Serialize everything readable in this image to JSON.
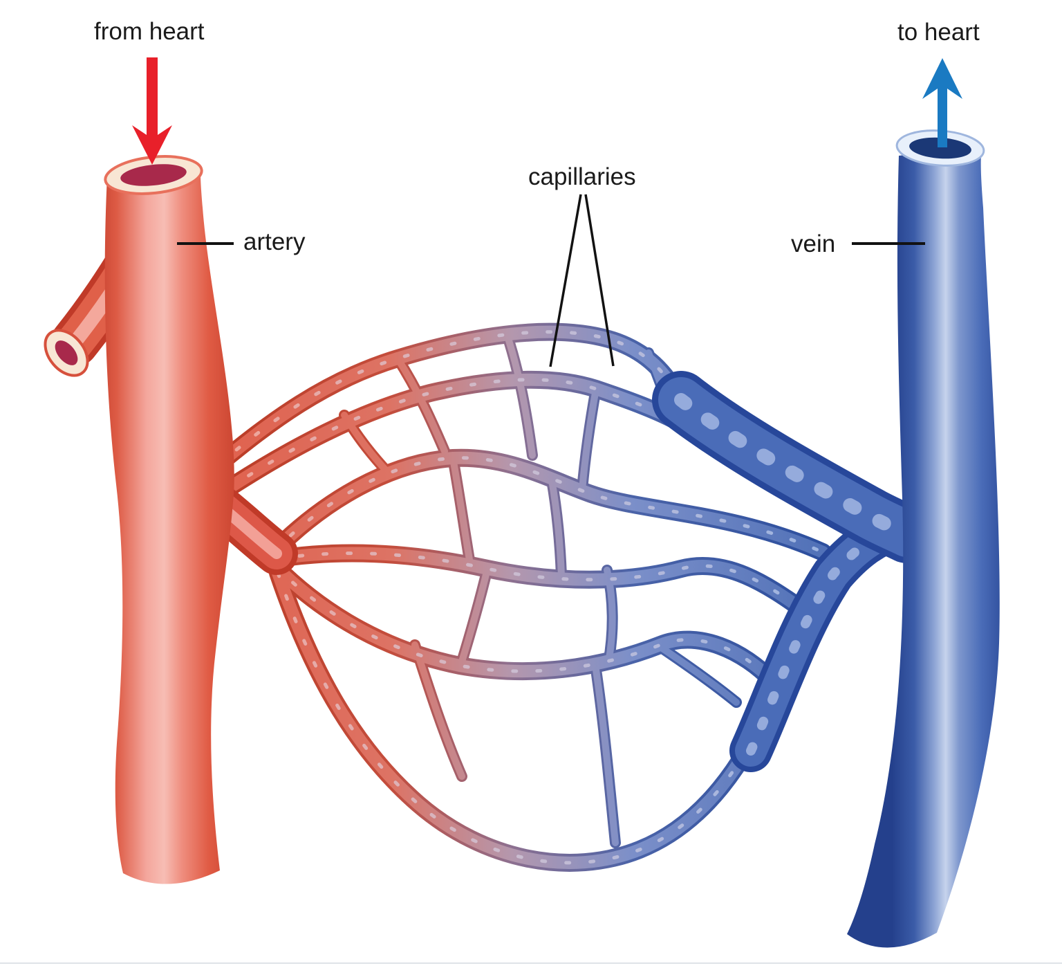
{
  "diagram": {
    "labels": {
      "from_heart": "from heart",
      "to_heart": "to heart",
      "artery": "artery",
      "capillaries": "capillaries",
      "vein": "vein"
    },
    "colors": {
      "background": "#ffffff",
      "label_text": "#1a1a1a",
      "pointer_line": "#121212",
      "arrow_red": "#e8202a",
      "arrow_blue": "#1a7ac2",
      "artery_red": "#d9503c",
      "artery_dark": "#c03a28",
      "artery_highlight": "#f4a89c",
      "artery_lumen": "#a8294b",
      "cut_ring_cream": "#f8e6d4",
      "capillary_transition": "#b497ad",
      "vein_blue": "#4a6cb8",
      "vein_dark": "#27479a",
      "vein_highlight": "#c6d3ec",
      "vein_lumen": "#1b3876",
      "vein_ring": "#e8f0fb"
    }
  }
}
